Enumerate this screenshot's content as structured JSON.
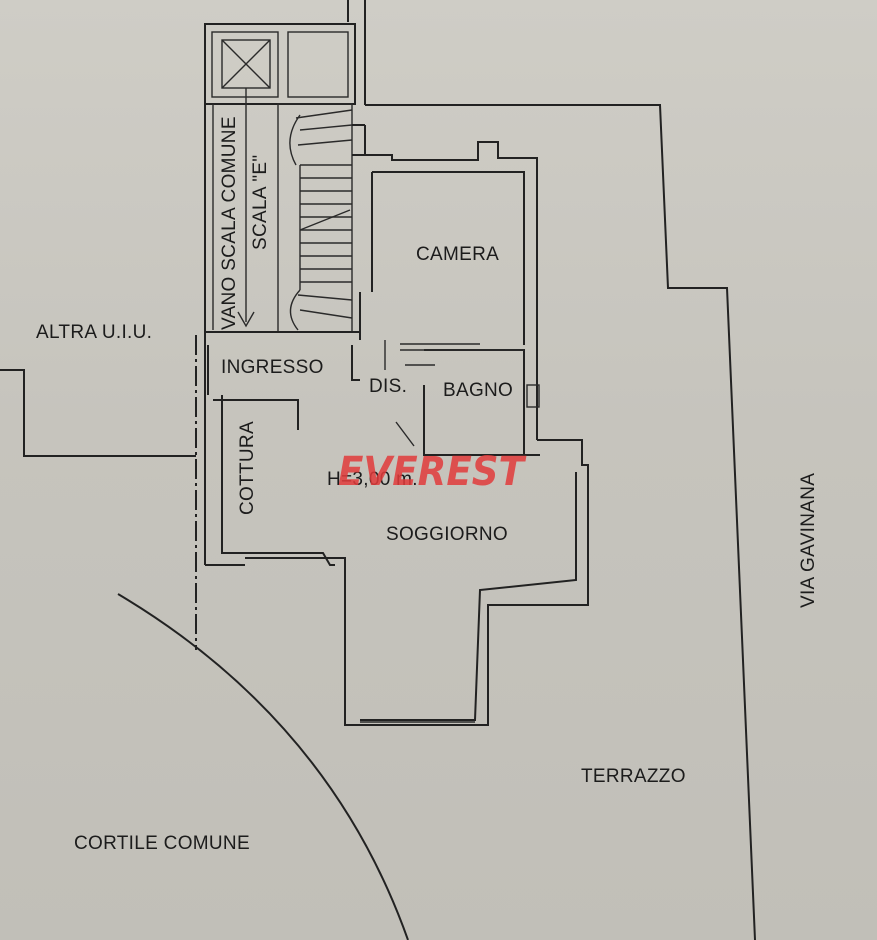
{
  "labels": {
    "altra_uiu": "ALTRA U.I.U.",
    "vano_scala": "VANO SCALA COMUNE",
    "scala_e": "SCALA \"E\"",
    "camera": "CAMERA",
    "ingresso": "INGRESSO",
    "dis": "DIS.",
    "bagno": "BAGNO",
    "cottura": "COTTURA",
    "height": "H=3,00 m.",
    "soggiorno": "SOGGIORNO",
    "via_gavinana": "VIA GAVINANA",
    "terrazzo": "TERRAZZO",
    "cortile_comune": "CORTILE COMUNE"
  },
  "watermark": {
    "text": "EVEREST",
    "color": "#e23b3b"
  }
}
